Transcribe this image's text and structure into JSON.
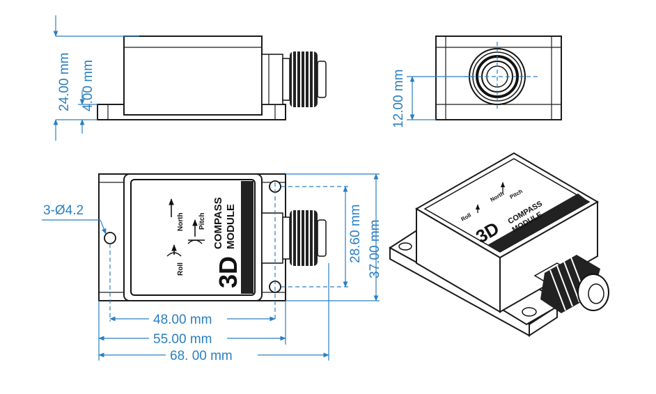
{
  "dimensions": {
    "height_total": "24.00 mm",
    "height_base": "4.00 mm",
    "gland_center_height": "12.00 mm",
    "hole_spec": "3-Ø4.2",
    "hole_spacing_vertical": "28.60 mm",
    "body_height": "37.00 mm",
    "hole_spacing_horizontal": "48.00 mm",
    "body_width": "55.00 mm",
    "total_length": "68. 00 mm"
  },
  "module_label": {
    "big": "3D",
    "line1": "COMPASS",
    "line2": "MODULE",
    "axis_north": "North",
    "axis_pitch": "Pitch",
    "axis_roll": "Roll"
  },
  "colors": {
    "dimension": "#2a7fc0",
    "outline": "#1a1a1a",
    "label_band": "#222222"
  }
}
